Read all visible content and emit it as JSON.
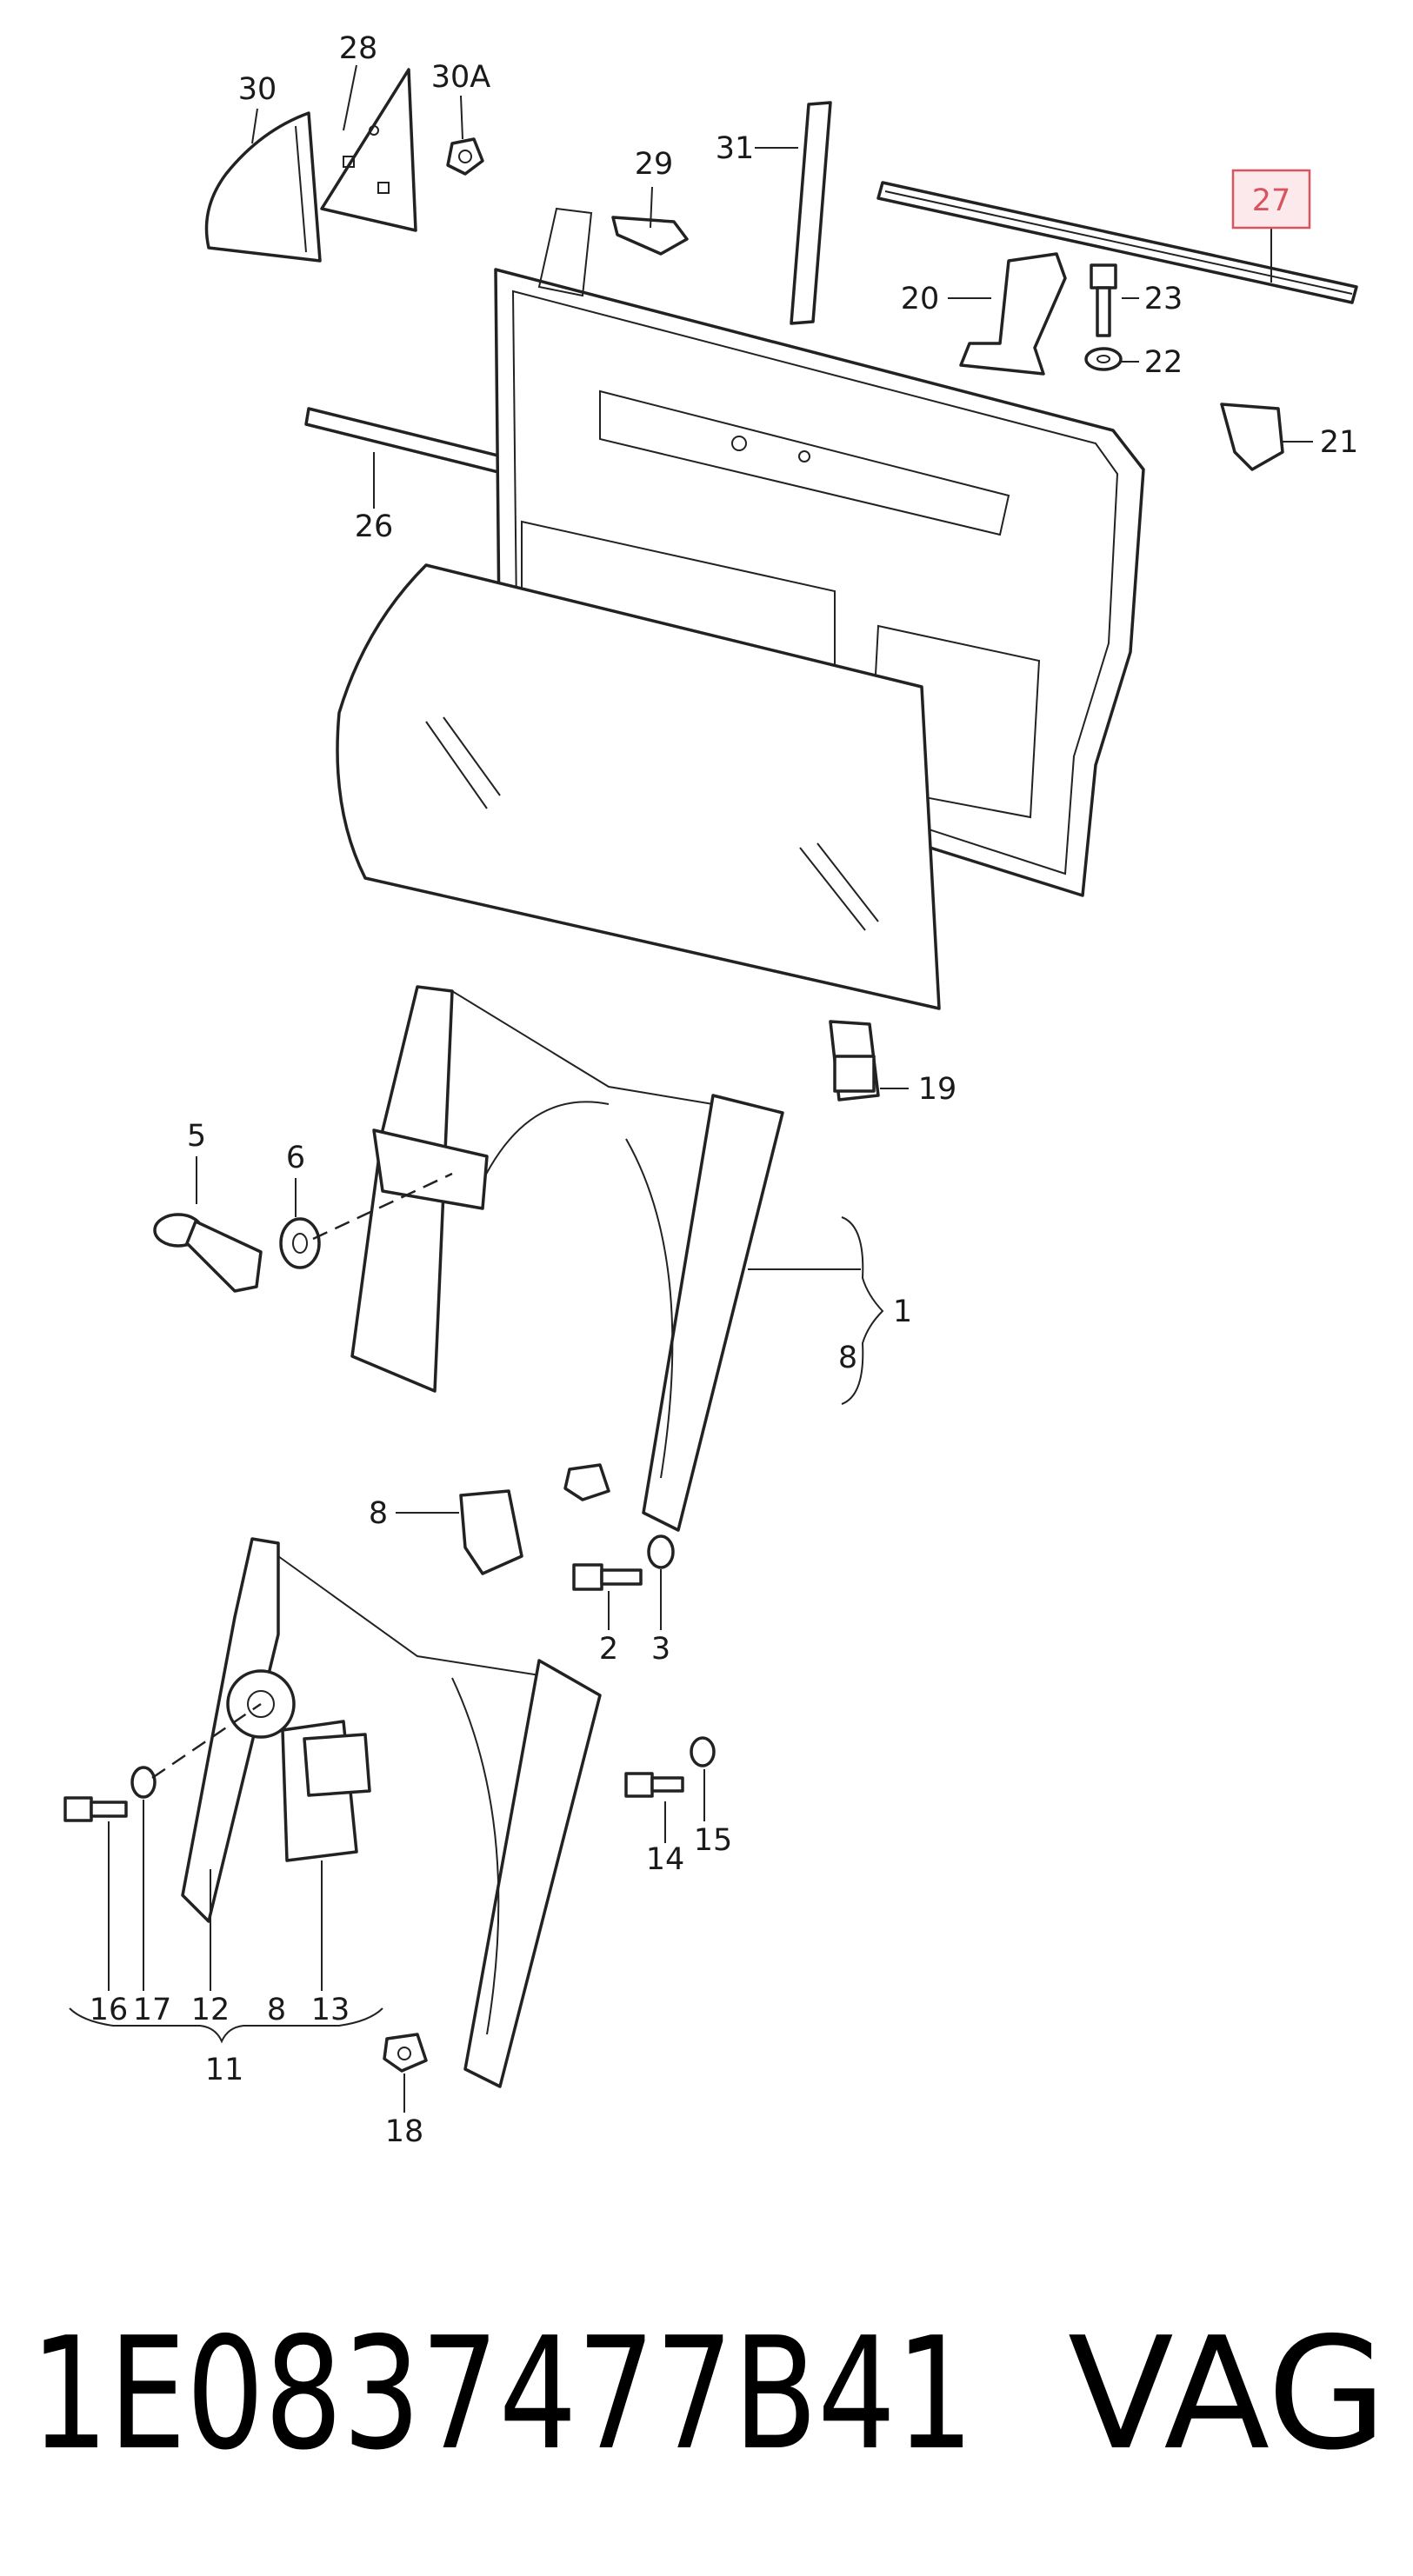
{
  "diagram": {
    "callouts": {
      "c30": "30",
      "c28": "28",
      "c30a": "30A",
      "c29": "29",
      "c31": "31",
      "c27": "27",
      "c20": "20",
      "c23": "23",
      "c22": "22",
      "c21": "21",
      "c26": "26",
      "c19": "19",
      "c5": "5",
      "c6": "6",
      "c1": "1",
      "c8a": "8",
      "c8b": "8",
      "c2": "2",
      "c3": "3",
      "c14": "14",
      "c15": "15",
      "c16": "16",
      "c17": "17",
      "c12": "12",
      "c8c": "8",
      "c13": "13",
      "c11": "11",
      "c18": "18"
    },
    "highlighted_callout": "27",
    "highlight_color": "#d9545f"
  },
  "footer": {
    "part_number": "1E0837477B41",
    "brand": "VAG"
  }
}
